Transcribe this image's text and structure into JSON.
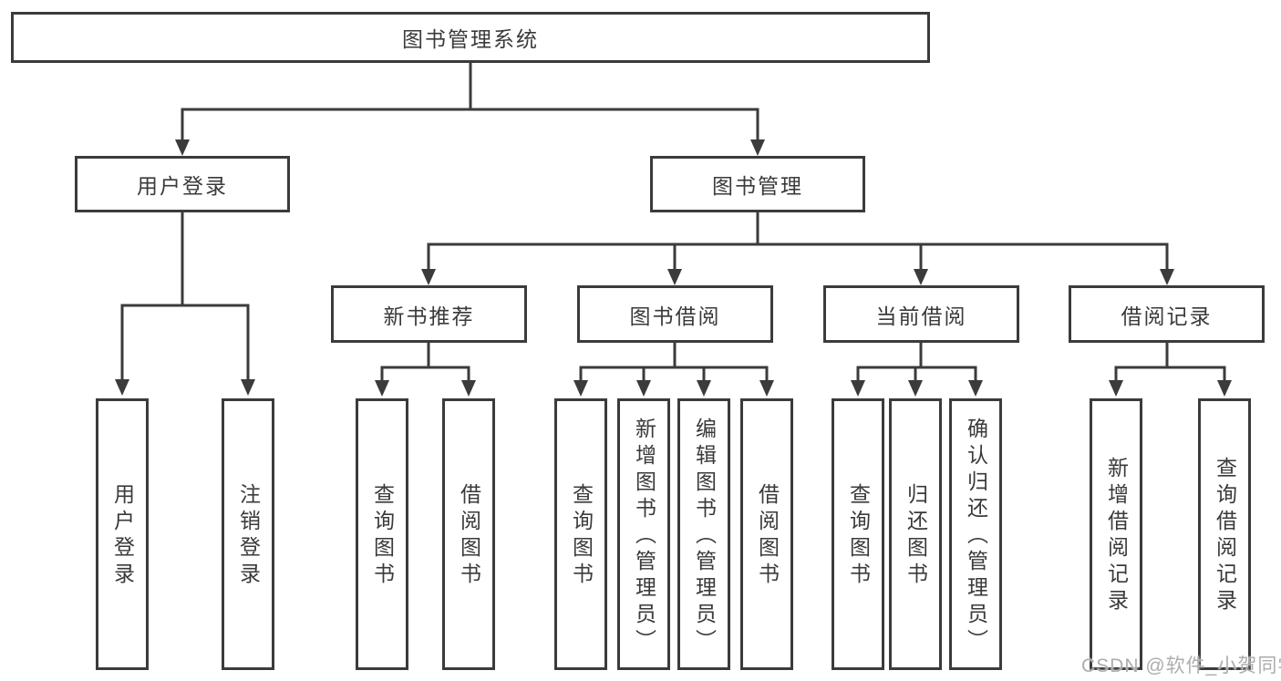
{
  "diagram": {
    "root": {
      "label": "图书管理系统"
    },
    "branches": [
      {
        "label": "用户登录",
        "children": [
          {
            "label": "用户登录"
          },
          {
            "label": "注销登录"
          }
        ]
      },
      {
        "label": "图书管理",
        "children": [
          {
            "label": "新书推荐",
            "children": [
              {
                "label": "查询图书"
              },
              {
                "label": "借阅图书"
              }
            ]
          },
          {
            "label": "图书借阅",
            "children": [
              {
                "label": "查询图书"
              },
              {
                "label": "新增图书（管理员）"
              },
              {
                "label": "编辑图书（管理员）"
              },
              {
                "label": "借阅图书"
              }
            ]
          },
          {
            "label": "当前借阅",
            "children": [
              {
                "label": "查询图书"
              },
              {
                "label": "归还图书"
              },
              {
                "label": "确认归还（管理员）"
              }
            ]
          },
          {
            "label": "借阅记录",
            "children": [
              {
                "label": "新增借阅记录"
              },
              {
                "label": "查询借阅记录"
              }
            ]
          }
        ]
      }
    ]
  },
  "watermark": {
    "text": "CSDN @软件_小贺同学"
  },
  "colors": {
    "line": "#3b3b3b",
    "text": "#3a3a3a",
    "background": "#ffffff",
    "watermark": "#adadad"
  }
}
